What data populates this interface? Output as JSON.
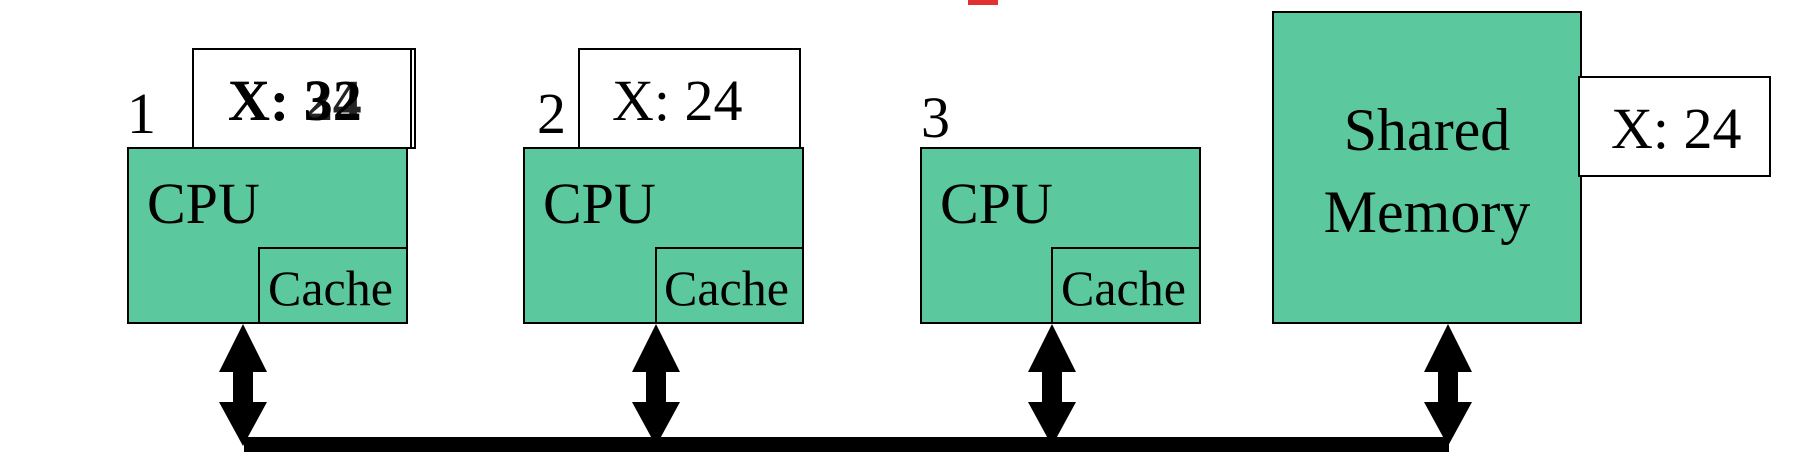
{
  "colors": {
    "box_fill": "#5bc89d",
    "stroke": "#000000",
    "value_fill": "#ffffff",
    "accent_red": "#e03030"
  },
  "cpus": [
    {
      "number": "1",
      "label": "CPU",
      "cache_label": "Cache",
      "value": "X:  24",
      "overlap_value": "X:  32"
    },
    {
      "number": "2",
      "label": "CPU",
      "cache_label": "Cache",
      "value": "X:  24"
    },
    {
      "number": "3",
      "label": "CPU",
      "cache_label": "Cache"
    }
  ],
  "memory": {
    "line1": "Shared",
    "line2": "Memory",
    "value": "X:  24"
  },
  "icons": {
    "connector": "double-arrow-icon",
    "bus": "bus-line"
  }
}
